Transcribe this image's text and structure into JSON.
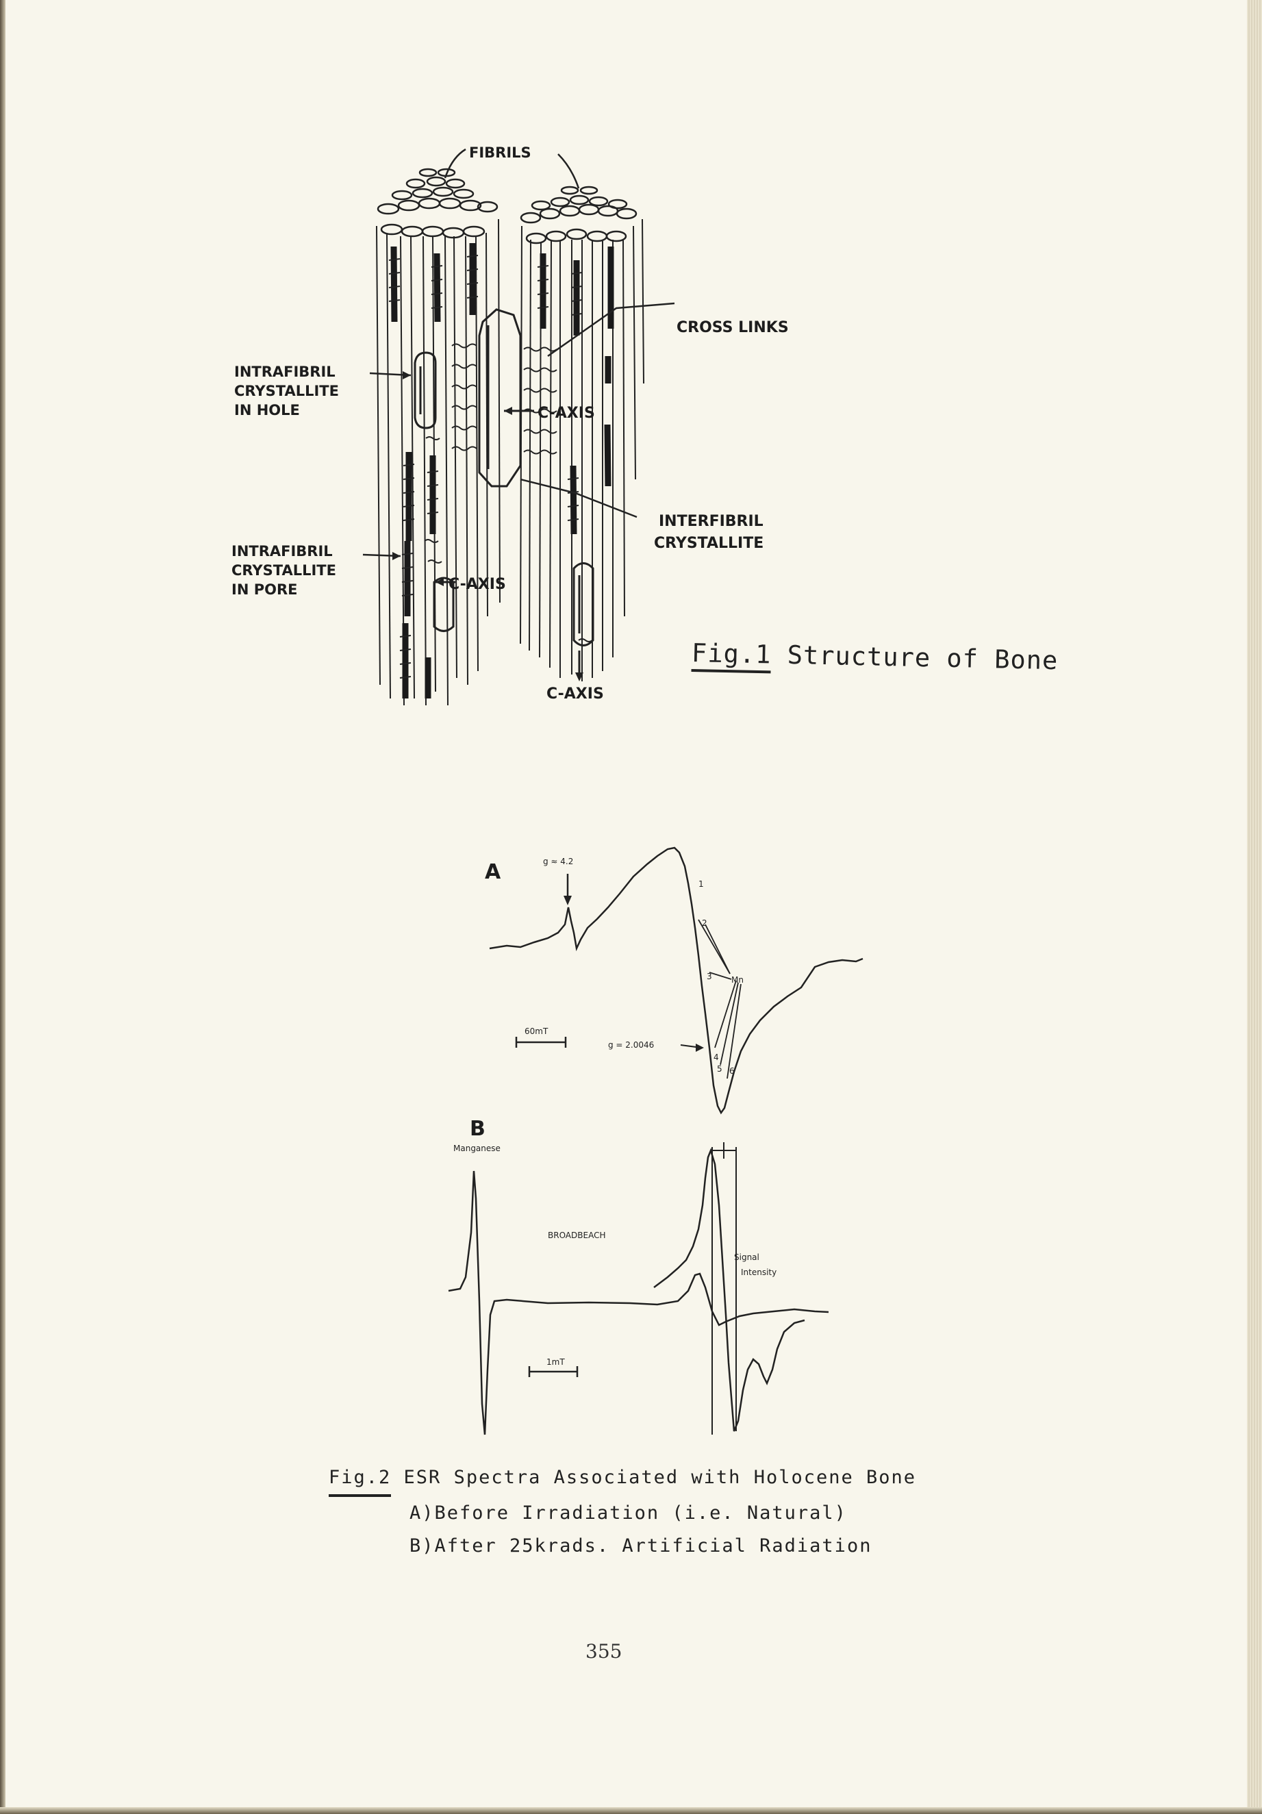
{
  "fig1": {
    "labels": {
      "fibrils": "FIBRILS",
      "cross_links": "CROSS LINKS",
      "intrafibril_hole": [
        "INTRAFIBRIL",
        "CRYSTALLITE",
        "IN HOLE"
      ],
      "intrafibril_pore": [
        "INTRAFIBRIL",
        "CRYSTALLITE",
        "IN PORE"
      ],
      "interfibril": [
        "INTERFIBRIL",
        "CRYSTALLITE"
      ],
      "c_axis": "C-AXIS"
    },
    "caption": {
      "number": "Fig.1",
      "text": "Structure of Bone"
    }
  },
  "fig2": {
    "panel_a": {
      "letter": "A",
      "g_low": "g ≈ 4.2",
      "g_high": "g = 2.0046",
      "scale": "60mT",
      "mn_label": "Mn",
      "line_numbers": [
        "1",
        "2",
        "3",
        "4",
        "5",
        "6"
      ]
    },
    "panel_b": {
      "letter": "B",
      "manganese": "Manganese",
      "broadbeach": "BROADBEACH",
      "signal": [
        "Signal",
        "Intensity"
      ],
      "scale": "1mT"
    },
    "caption": {
      "number": "Fig.2",
      "title": "ESR Spectra Associated with Holocene Bone",
      "line_a": "A)Before Irradiation (i.e. Natural)",
      "line_b": "B)After 25krads. Artificial Radiation"
    }
  },
  "page_number": "355"
}
